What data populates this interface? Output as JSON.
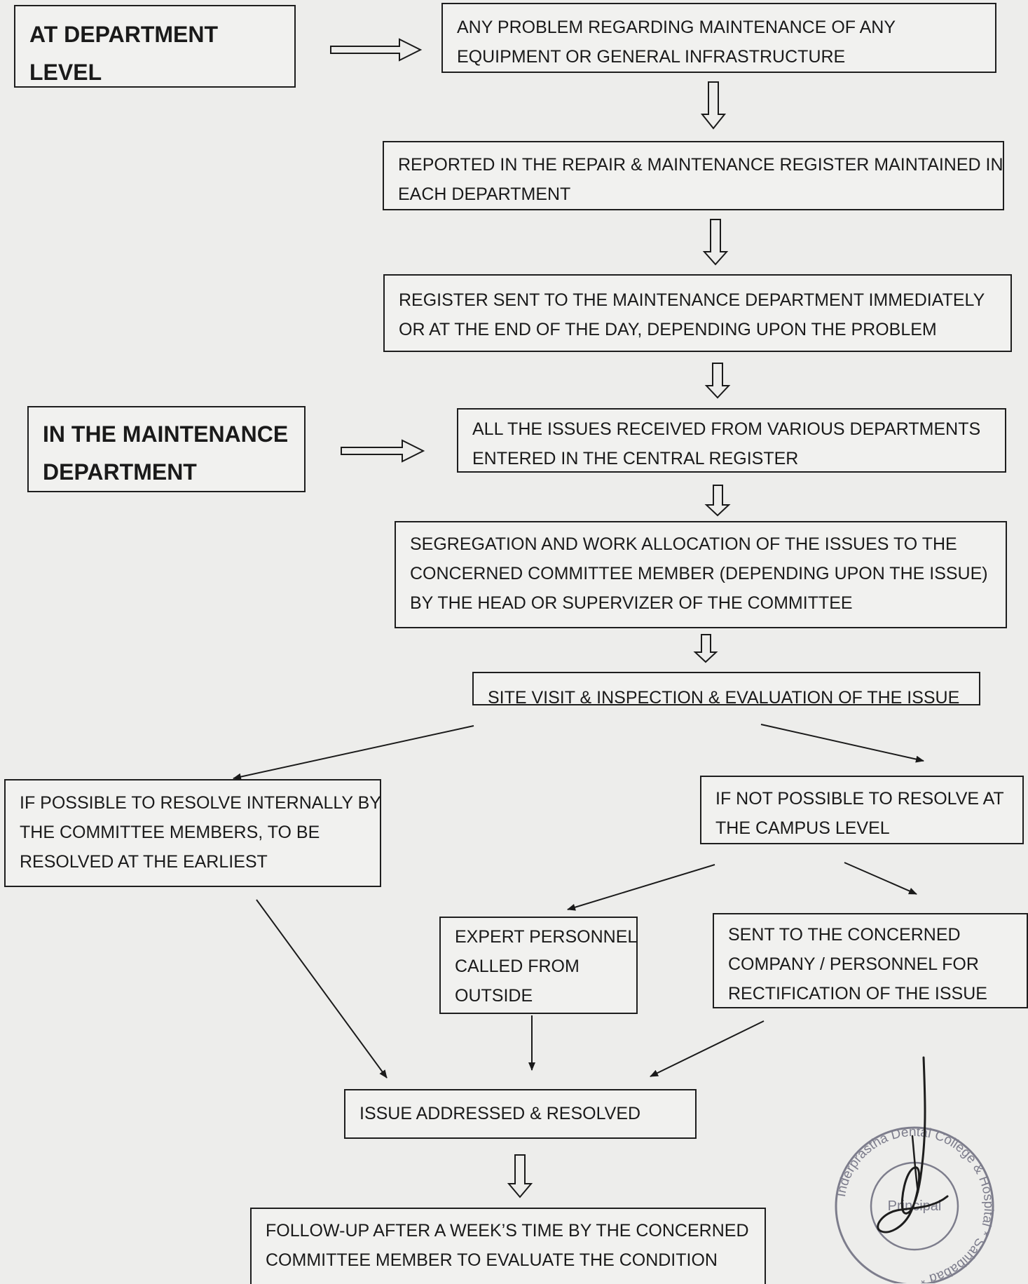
{
  "labels": {
    "department_level": [
      "AT DEPARTMENT",
      "LEVEL"
    ],
    "maintenance_department": [
      "IN THE MAINTENANCE",
      "DEPARTMENT"
    ]
  },
  "steps": {
    "problem": [
      "ANY PROBLEM REGARDING MAINTENANCE OF ANY",
      "EQUIPMENT OR GENERAL INFRASTRUCTURE"
    ],
    "reported": [
      "REPORTED IN THE REPAIR & MAINTENANCE REGISTER MAINTAINED IN",
      "EACH DEPARTMENT"
    ],
    "register_sent": [
      "REGISTER SENT TO THE MAINTENANCE DEPARTMENT IMMEDIATELY",
      "OR AT THE END OF THE DAY, DEPENDING UPON THE PROBLEM"
    ],
    "central_register": [
      "ALL THE ISSUES RECEIVED FROM VARIOUS DEPARTMENTS",
      "ENTERED IN THE CENTRAL REGISTER"
    ],
    "segregation": [
      "SEGREGATION AND WORK ALLOCATION OF THE ISSUES TO THE",
      "CONCERNED COMMITTEE MEMBER (DEPENDING UPON THE ISSUE)",
      "BY THE HEAD OR SUPERVIZER OF THE COMMITTEE"
    ],
    "site_visit": [
      "SITE VISIT  & INSPECTION & EVALUATION OF THE ISSUE"
    ],
    "internal": [
      "IF POSSIBLE TO RESOLVE INTERNALLY BY",
      "THE COMMITTEE MEMBERS, TO BE",
      "RESOLVED AT THE EARLIEST"
    ],
    "not_possible": [
      "IF NOT POSSIBLE TO RESOLVE AT",
      "THE CAMPUS LEVEL"
    ],
    "expert": [
      "EXPERT PERSONNEL",
      "CALLED FROM",
      "OUTSIDE"
    ],
    "company": [
      "SENT TO THE CONCERNED",
      "COMPANY / PERSONNEL FOR",
      "RECTIFICATION OF THE ISSUE"
    ],
    "resolved": [
      "ISSUE ADDRESSED & RESOLVED"
    ],
    "follow_up": [
      "FOLLOW-UP AFTER A WEEK’S TIME BY THE CONCERNED",
      "COMMITTEE MEMBER TO EVALUATE THE CONDITION"
    ]
  },
  "stamp": {
    "ring_text": "Inderprastha Dental College & Hospital * Sahibabad *",
    "center_text": "Principal"
  },
  "colors": {
    "border": "#1e1e1e",
    "paper": "#ededeb",
    "ink": "#1a1a1a",
    "stamp": "#7d7d8c"
  }
}
